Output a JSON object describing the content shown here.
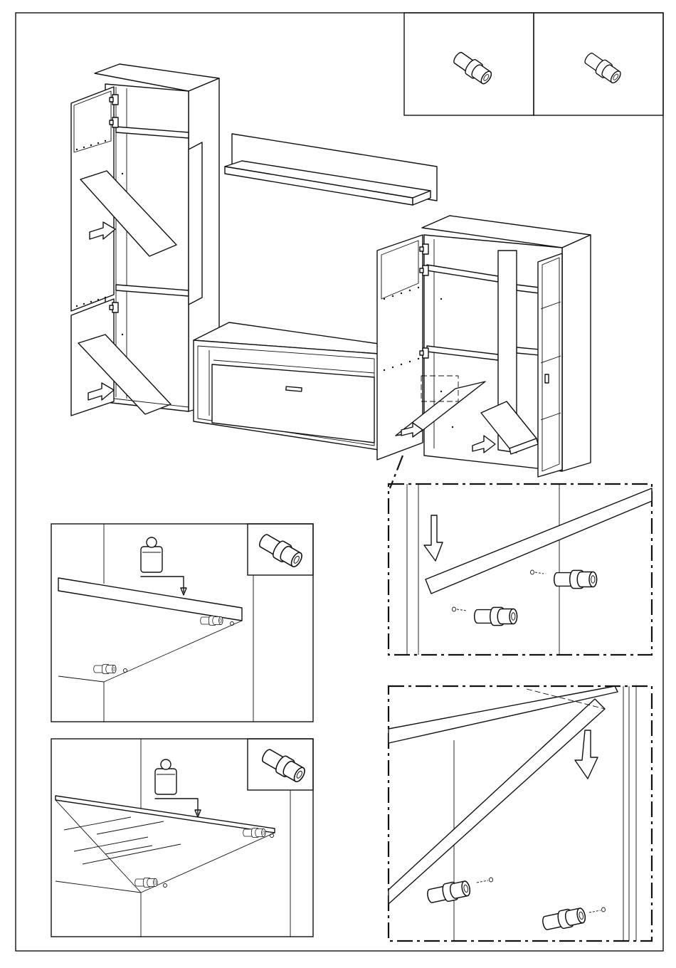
{
  "page": {
    "background": "#ffffff",
    "line_color": "#111111"
  },
  "icons": {
    "support_pin": "shelf-support-pin-icon",
    "weight": "weight-icon",
    "arrow": "insert-arrow-icon"
  },
  "panels": [
    "assembled-furniture-overview",
    "shelf-pin-variant-a",
    "shelf-pin-variant-b",
    "wood-shelf-on-pins",
    "glass-shelf-on-pins",
    "detail-shelf-insertion",
    "detail-shelf-tilt-in"
  ]
}
